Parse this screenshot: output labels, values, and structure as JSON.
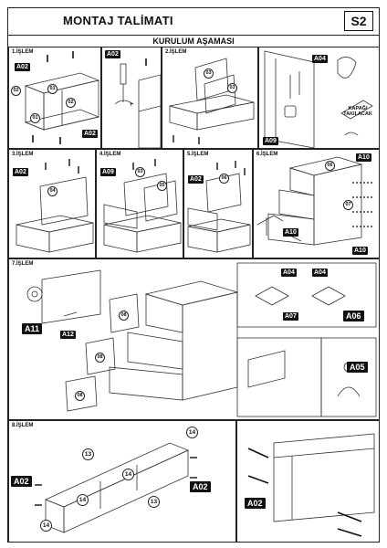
{
  "header": {
    "title": "MONTAJ TALİMATI",
    "sheet_code": "S2",
    "section_title": "KURULUM AŞAMASI"
  },
  "steps": {
    "s1": "1.İŞLEM",
    "s2": "2.İŞLEM",
    "s3": "3.İŞLEM",
    "s4": "4.İŞLEM",
    "s5": "5.İŞLEM",
    "s6": "6.İŞLEM",
    "s7": "7.İŞLEM",
    "s8": "8.İŞLEM"
  },
  "hardware": {
    "a02": "A02",
    "a04": "A04",
    "a05": "A05",
    "a06": "A06",
    "a07": "A07",
    "a09": "A09",
    "a10": "A10",
    "a11": "A11",
    "a12": "A12"
  },
  "parts": {
    "p01": "01",
    "p02": "02",
    "p03": "03",
    "p04": "04",
    "p05": "05",
    "p06": "06",
    "p07": "07",
    "p08": "08",
    "p13": "13",
    "p14": "14"
  },
  "notes": {
    "cover": "KAPAĞI TAKILACAK"
  }
}
